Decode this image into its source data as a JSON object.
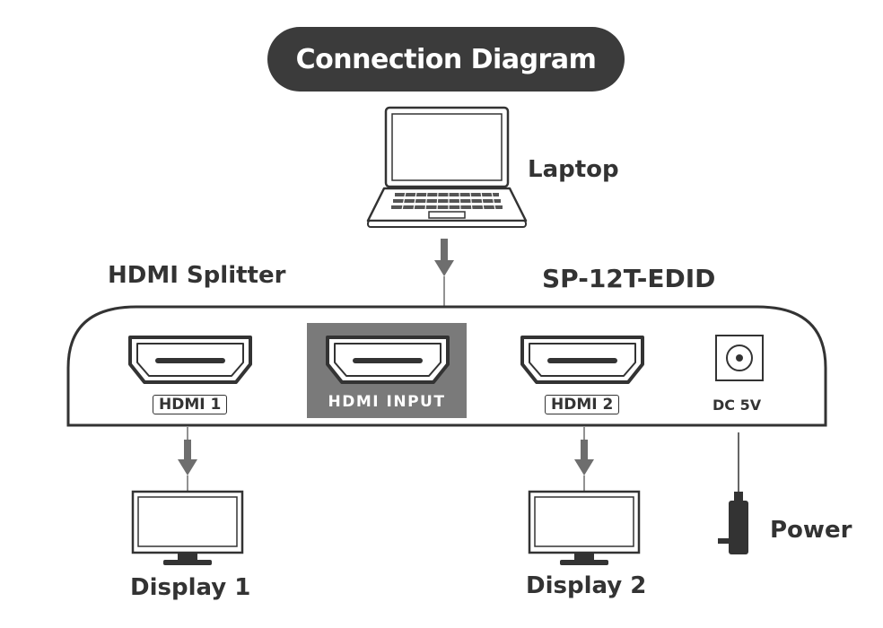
{
  "title": "Connection Diagram",
  "labels": {
    "laptop": "Laptop",
    "splitter": "HDMI Splitter",
    "model": "SP-12T-EDID",
    "display1": "Display 1",
    "display2": "Display 2",
    "power": "Power"
  },
  "ports": {
    "hdmi1": "HDMI 1",
    "input": "HDMI INPUT",
    "hdmi2": "HDMI 2",
    "dc": "DC 5V"
  },
  "icons": [
    "laptop-icon",
    "hdmi-port-icon",
    "dc-jack-icon",
    "monitor-icon",
    "power-adapter-icon",
    "arrow-down-icon"
  ],
  "colors": {
    "title_bg": "#3b3b3b",
    "input_bg": "#7a7a7a",
    "arrow": "#6e6e6e",
    "text": "#333333"
  }
}
